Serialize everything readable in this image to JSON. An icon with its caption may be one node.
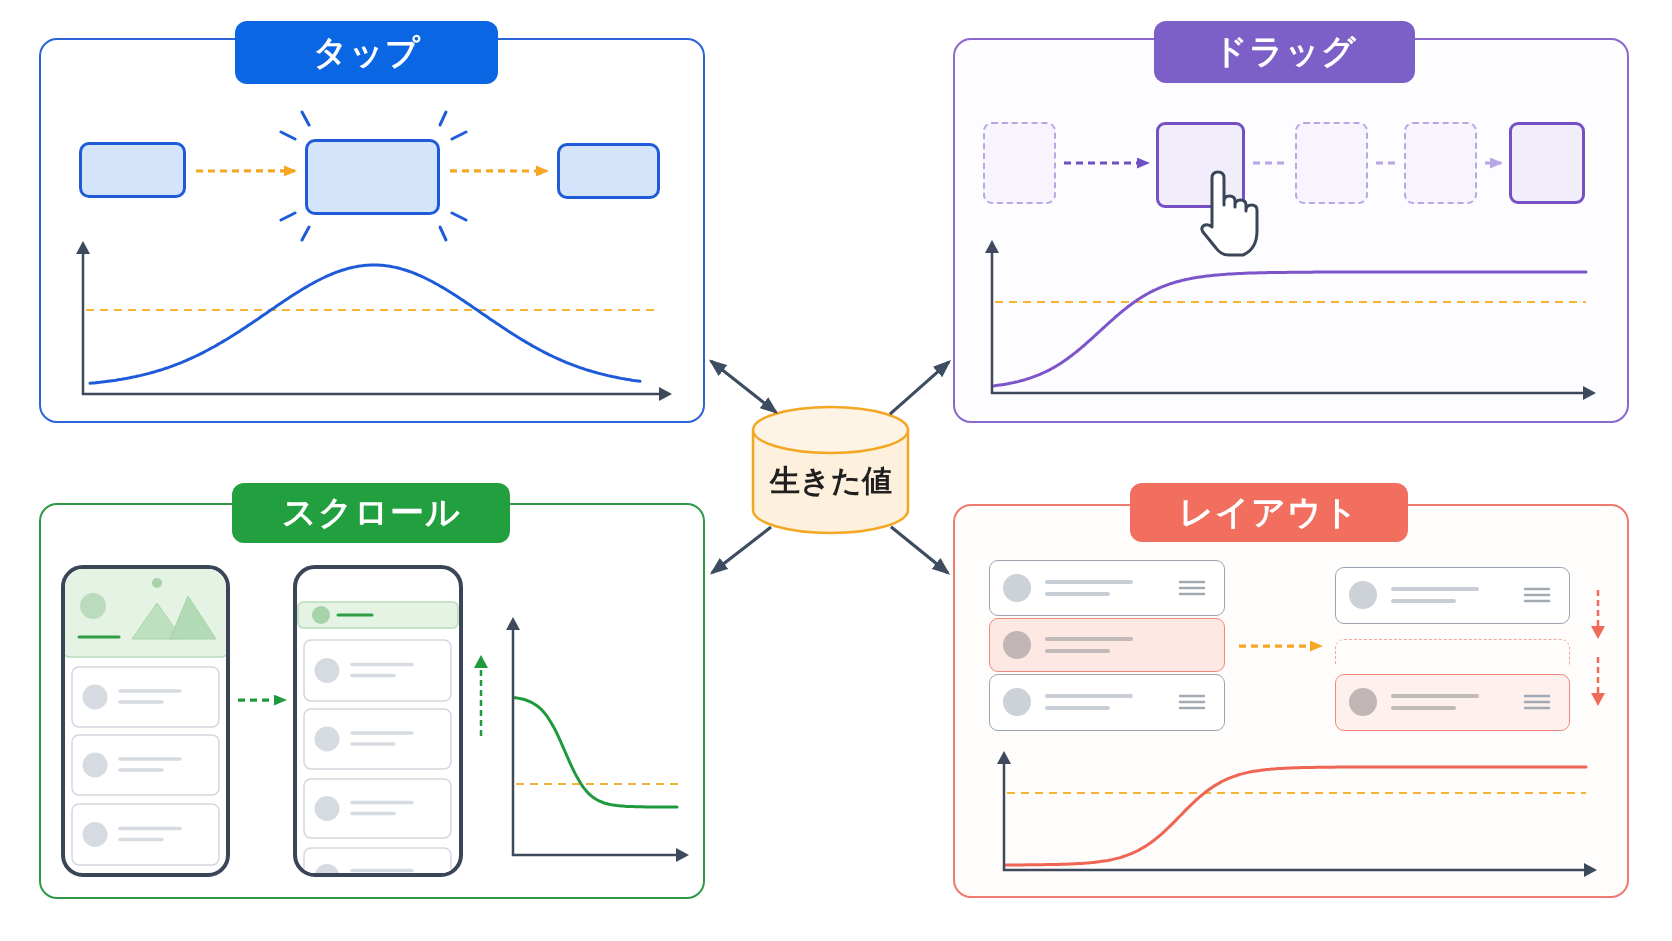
{
  "diagram": {
    "nodes": [
      {
        "text": [
          "タップ"
        ]
      },
      {
        "text": [],
        "shape": "box",
        "in": 0
      },
      {
        "text": [],
        "shape": "box",
        "in": 0
      },
      {
        "text": [],
        "shape": "box",
        "in": 0
      },
      {
        "text": [
          "ドラッグ"
        ]
      },
      {
        "text": [],
        "shape": "box",
        "in": 4
      },
      {
        "text": [],
        "shape": "box",
        "in": 4
      },
      {
        "text": [],
        "shape": "box",
        "in": 4
      },
      {
        "text": [],
        "shape": "box",
        "in": 4
      },
      {
        "text": [],
        "shape": "box",
        "in": 4
      },
      {
        "text": [
          "生きた値"
        ]
      },
      {
        "text": [
          "スクロール"
        ]
      },
      {
        "text": [],
        "shape": "phone",
        "in": 11
      },
      {
        "text": [],
        "shape": "phone",
        "in": 11
      },
      {
        "text": [
          "レイアウト"
        ]
      },
      {
        "text": [],
        "shape": "box",
        "in": 14
      },
      {
        "text": [],
        "shape": "box",
        "in": 14
      },
      {
        "text": [],
        "shape": "box",
        "in": 14
      },
      {
        "text": [],
        "shape": "box",
        "in": 14
      },
      {
        "text": [],
        "shape": "box",
        "in": 14
      },
      {
        "text": [],
        "shape": "box",
        "in": 14
      }
    ],
    "edges": [
      {
        "from": 10,
        "to": 0,
        "arrow": "both"
      },
      {
        "from": 10,
        "to": 4,
        "arrow": "to"
      },
      {
        "from": 10,
        "to": 11,
        "arrow": "to"
      },
      {
        "from": 10,
        "to": 14,
        "arrow": "to"
      },
      {
        "from": 1,
        "to": 2,
        "arrow": "to",
        "style": "dashed",
        "color": "#f5a623"
      },
      {
        "from": 2,
        "to": 3,
        "arrow": "to",
        "style": "dashed",
        "color": "#f5a623"
      },
      {
        "from": 5,
        "to": 6,
        "arrow": "to",
        "style": "dashed",
        "color": "#6f4fc4"
      },
      {
        "from": 6,
        "to": 7,
        "arrow": "none",
        "style": "dashed",
        "color": "#b8a5e4"
      },
      {
        "from": 7,
        "to": 8,
        "arrow": "none",
        "style": "dashed",
        "color": "#b8a5e4"
      },
      {
        "from": 8,
        "to": 9,
        "arrow": "to",
        "style": "dashed",
        "color": "#b8a5e4"
      },
      {
        "from": 12,
        "to": 13,
        "arrow": "to",
        "style": "dashed",
        "color": "#1e9a3c"
      },
      {
        "from": 16,
        "to": 19,
        "arrow": "to",
        "style": "dashed",
        "color": "#f5a623"
      }
    ]
  }
}
